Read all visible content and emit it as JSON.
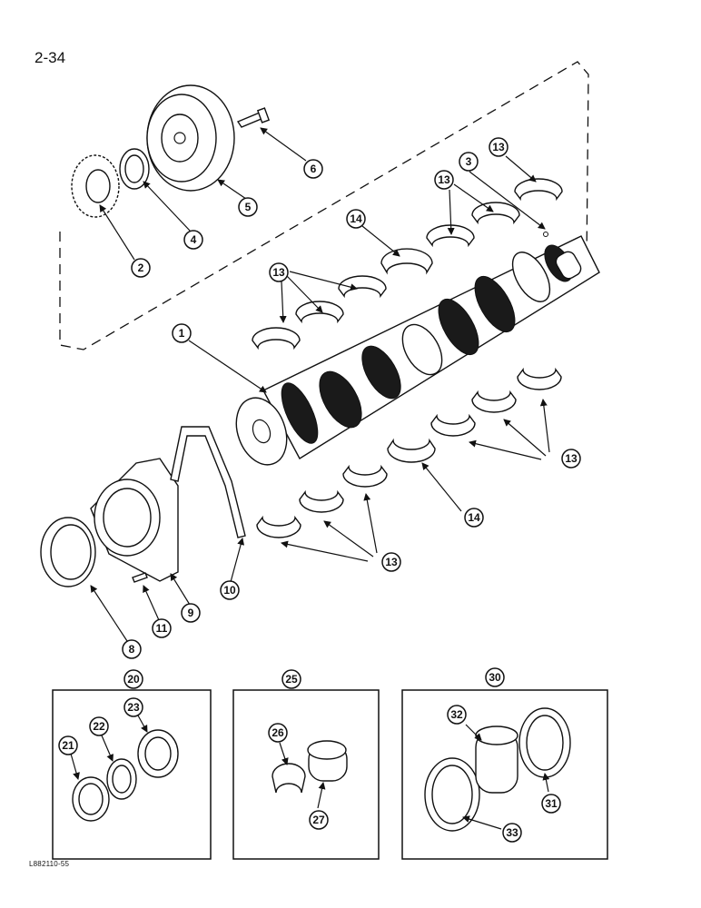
{
  "page_number": "2-34",
  "figure_code": "L882110-55",
  "callouts": [
    {
      "id": "c1",
      "label": "1"
    },
    {
      "id": "c2",
      "label": "2"
    },
    {
      "id": "c3",
      "label": "3"
    },
    {
      "id": "c4",
      "label": "4"
    },
    {
      "id": "c5",
      "label": "5"
    },
    {
      "id": "c6",
      "label": "6"
    },
    {
      "id": "c8",
      "label": "8"
    },
    {
      "id": "c9",
      "label": "9"
    },
    {
      "id": "c10",
      "label": "10"
    },
    {
      "id": "c11",
      "label": "11"
    },
    {
      "id": "c13a",
      "label": "13"
    },
    {
      "id": "c13b",
      "label": "13"
    },
    {
      "id": "c13c",
      "label": "13"
    },
    {
      "id": "c13d",
      "label": "13"
    },
    {
      "id": "c13e",
      "label": "13"
    },
    {
      "id": "c14a",
      "label": "14"
    },
    {
      "id": "c14b",
      "label": "14"
    },
    {
      "id": "c20",
      "label": "20"
    },
    {
      "id": "c21",
      "label": "21"
    },
    {
      "id": "c22",
      "label": "22"
    },
    {
      "id": "c23",
      "label": "23"
    },
    {
      "id": "c25",
      "label": "25"
    },
    {
      "id": "c26",
      "label": "26"
    },
    {
      "id": "c27",
      "label": "27"
    },
    {
      "id": "c30",
      "label": "30"
    },
    {
      "id": "c31",
      "label": "31"
    },
    {
      "id": "c32",
      "label": "32"
    },
    {
      "id": "c33",
      "label": "33"
    }
  ]
}
